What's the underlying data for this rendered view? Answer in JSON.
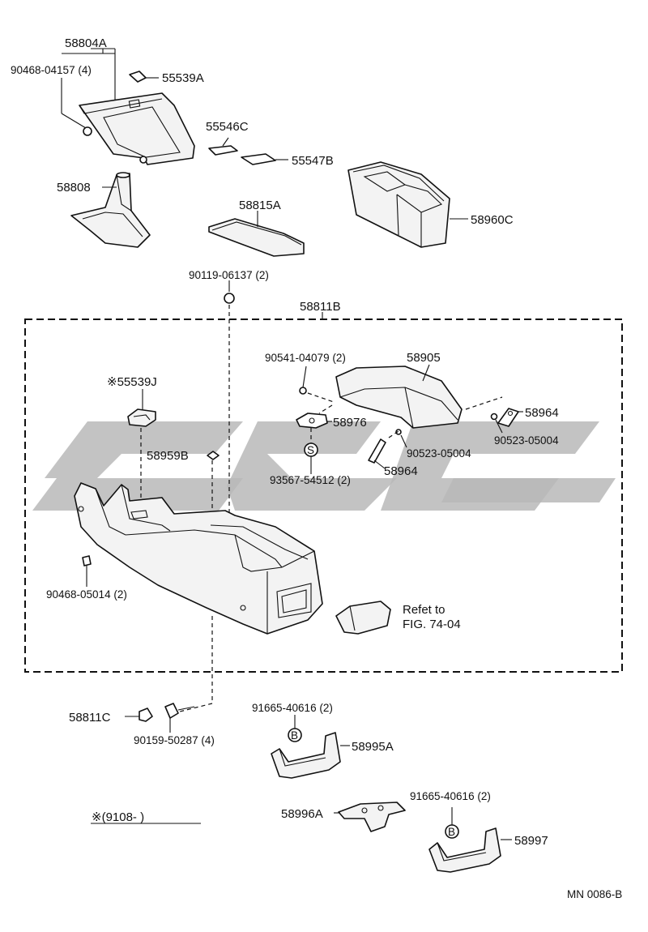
{
  "labels": {
    "p58804A": "58804A",
    "p9046804157": "90468-04157 (4)",
    "p55539A": "55539A",
    "p55546C": "55546C",
    "p55547B": "55547B",
    "p58808": "58808",
    "p58815A": "58815A",
    "p58960C": "58960C",
    "p9011906137": "90119-06137 (2)",
    "p58811B": "58811B",
    "p9054104079": "90541-04079 (2)",
    "p58905": "58905",
    "p58964a": "58964",
    "p9052305004a": "90523-05004",
    "p9052305004b": "90523-05004",
    "p58964b": "58964",
    "p55539J": "※55539J",
    "p58976": "58976",
    "p58959B": "58959B",
    "p9356754512": "93567-54512 (2)",
    "p9046805014": "90468-05014 (2)",
    "refer1": "Refet to",
    "refer2": "FIG. 74-04",
    "p58811C": "58811C",
    "p9015950287": "90159-50287 (4)",
    "p9166540616a": "91665-40616 (2)",
    "p58995A": "58995A",
    "p58996A": "58996A",
    "p9166540616b": "91665-40616 (2)",
    "p58997": "58997",
    "note": "※(9108-         )",
    "code": "MN 0086-B",
    "markS": "S",
    "markB1": "B",
    "markB2": "B"
  },
  "colors": {
    "line": "#111111",
    "watermark": "#b9b9b9",
    "background": "#ffffff"
  }
}
